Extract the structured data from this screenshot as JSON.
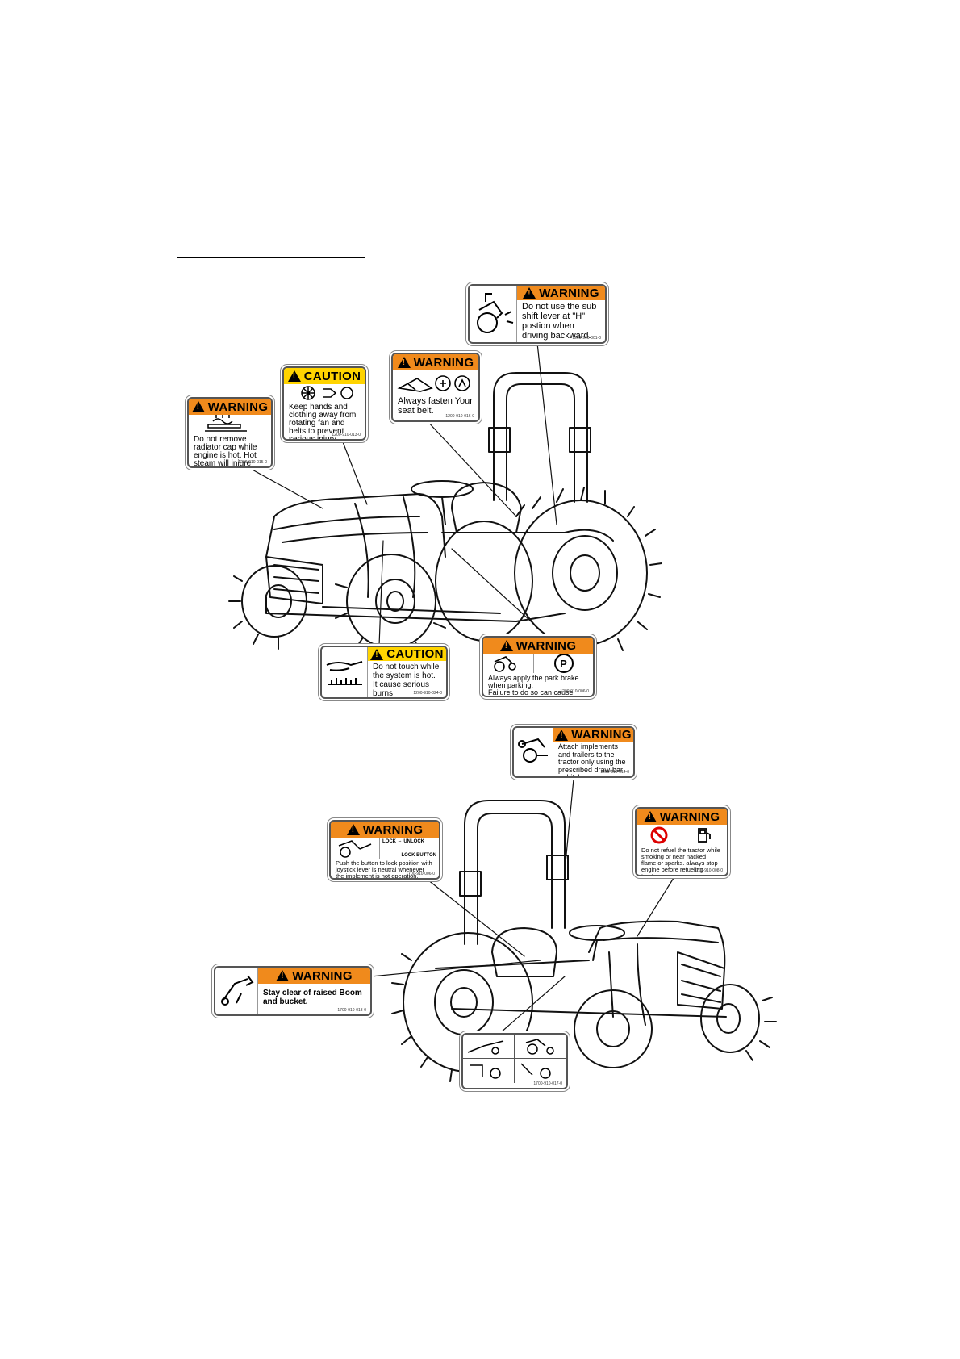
{
  "labels": {
    "rop_warning": {
      "signal": "WARNING",
      "text": "Do not use the sub shift lever at \"H\" postion when driving backward.",
      "code": "1200-910-001-0"
    },
    "seatbelt_warning": {
      "signal": "WARNING",
      "text": "Always fasten Your seat belt.",
      "code": "1200-910-016-0"
    },
    "fan_caution": {
      "signal": "CAUTION",
      "text": "Keep hands and clothing away from rotating fan and belts to prevent serious injury.",
      "code": "1200-910-013-0"
    },
    "radiator_warning": {
      "signal": "WARNING",
      "text": "Do not remove radiator cap while engine is hot. Hot steam will injure you.",
      "code": "1200-910-015-0"
    },
    "hot_caution": {
      "signal": "CAUTION",
      "text": "Do not touch while the system is hot. It cause serious burns",
      "code": "1200-910-024-0"
    },
    "parkbrake_warning": {
      "signal": "WARNING",
      "text1": "Always apply the park brake when parking.",
      "text2": "Failure to do so can cause accidents and damages.",
      "symbol": "P",
      "code": "1200-910-006-0"
    },
    "implement_warning": {
      "signal": "WARNING",
      "text": "Attach implements and trailers to the tractor only using the prescribed draw-bar or hitch.",
      "code": "1200-910-014-0"
    },
    "joystick_warning": {
      "signal": "WARNING",
      "lock": "LOCK",
      "unlock": "UNLOCK",
      "lock_button": "LOCK BUTTON",
      "text": "Push the button to lock position with joystick lever is neutral whenever the implement is not operation.",
      "code": "1700-910-006-0"
    },
    "refuel_warning": {
      "signal": "WARNING",
      "text": "Do not refuel the tractor while smoking or near nacked flame or sparks. always stop engine before refueling tractors.",
      "code": "1200-910-008-0"
    },
    "boom_warning": {
      "signal": "WARNING",
      "text": "Stay clear of raised Boom and bucket.",
      "code": "1700-910-013-0"
    },
    "pictogram": {
      "code": "1700-910-017-0"
    }
  }
}
